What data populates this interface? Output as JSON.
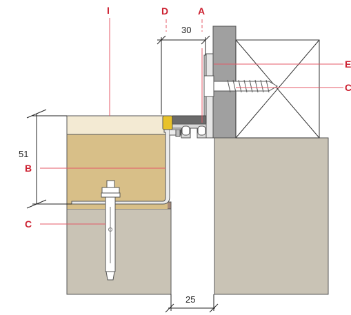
{
  "colors": {
    "concrete": "#c9c3b5",
    "screed": "#d8bf88",
    "tile": "#f3ead3",
    "bedding": "#a98a78",
    "wall": "#a0a0a0",
    "label_red": "#cc1f2f",
    "leader_red": "#e45a67",
    "anchor": "#ffffff",
    "insert_yellow": "#e8c22a"
  },
  "labels": {
    "top_I": "I",
    "top_D": "D",
    "top_A": "A",
    "right_E": "E",
    "right_C": "C",
    "left_B": "B",
    "left_C": "C"
  },
  "dimensions": {
    "gap_top": "30",
    "height_left": "51",
    "gap_bottom": "25"
  }
}
